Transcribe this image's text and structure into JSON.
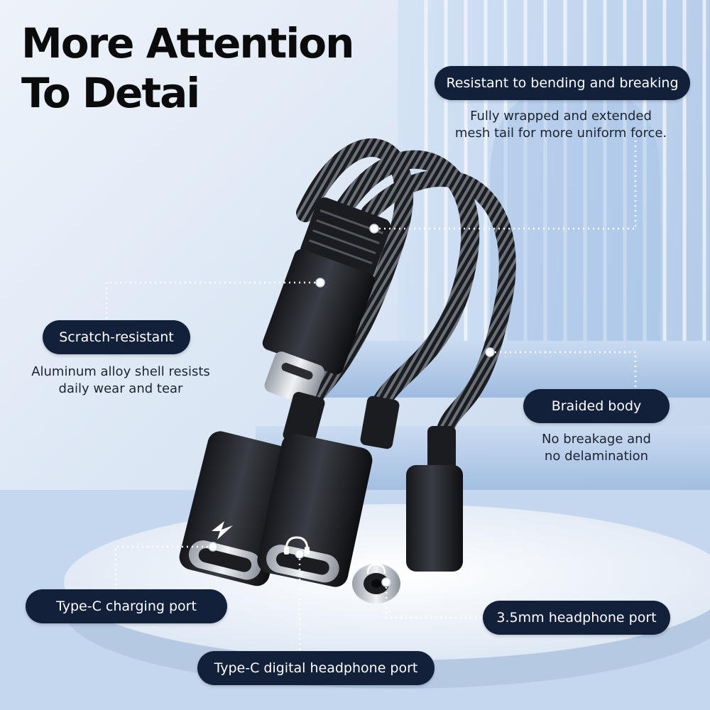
{
  "headline": {
    "line1": "More Attention",
    "line2": "To Detai"
  },
  "callouts": {
    "resistant": {
      "title": "Resistant to bending and breaking",
      "desc1": "Fully wrapped and extended",
      "desc2": "mesh tail for more uniform force."
    },
    "scratch": {
      "title": "Scratch-resistant",
      "desc1": "Aluminum alloy shell resists",
      "desc2": "daily wear and tear"
    },
    "braided": {
      "title": "Braided body",
      "desc1": "No breakage and",
      "desc2": "no delamination"
    },
    "charging_port": {
      "title": "Type-C charging port"
    },
    "headphone_35": {
      "title": "3.5mm headphone port"
    },
    "digital_port": {
      "title": "Type-C digital headphone port"
    }
  },
  "colors": {
    "pill_bg": "#13203a",
    "background": "#dfe9f6",
    "headline": "#0b0b0c",
    "cable": "#1a1c20"
  },
  "icons": [
    "lightning-icon",
    "headphone-icon"
  ]
}
